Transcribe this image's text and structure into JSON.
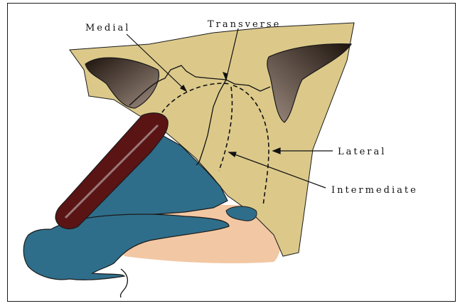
{
  "labels": {
    "medial": "Medial",
    "transverse": "Transverse",
    "lateral": "Lateral",
    "intermediate": "Intermediate"
  },
  "colors": {
    "bone": "#dcc98a",
    "orbit_dark": "#2a1c14",
    "orbit_light": "#8a7468",
    "nasal_bone": "#5a1414",
    "cartilage": "#2f6e8a",
    "lip": "#f2c7a3",
    "line": "#111111"
  }
}
